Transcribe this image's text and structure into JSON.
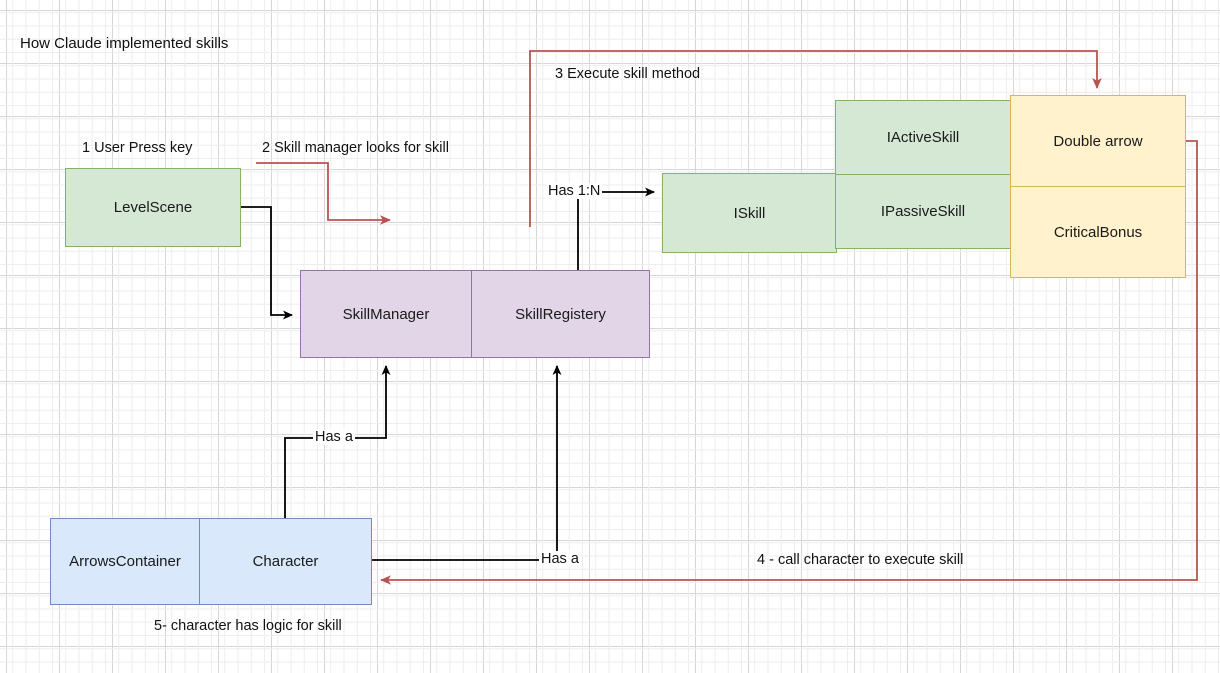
{
  "diagram": {
    "title": "How Claude implemented skills",
    "background": {
      "type": "grid",
      "minor_color": "#ededed",
      "major_color": "#d6d6d6"
    },
    "palette": {
      "green_fill": "#d5e8d4",
      "green_stroke": "#82b366",
      "purple_fill": "#e1d5e7",
      "purple_stroke": "#9673a6",
      "yellow_fill": "#fff2cc",
      "yellow_stroke": "#d6b656",
      "blue_fill": "#dae8fc",
      "blue_stroke": "#6c8ebf",
      "black_edge": "#000000",
      "red_edge": "#b85450"
    },
    "nodes": {
      "level_scene": "LevelScene",
      "skill_manager": "SkillManager",
      "skill_registery": "SkillRegistery",
      "iskill": "ISkill",
      "iactive_skill": "IActiveSkill",
      "ipassive_skill": "IPassiveSkill",
      "double_arrow": "Double arrow",
      "critical_bonus": "CriticalBonus",
      "arrows_container": "ArrowsContainer",
      "character": "Character"
    },
    "edge_labels": {
      "step1": "1 User Press key",
      "step2": "2 Skill manager looks for skill",
      "step3": "3 Execute skill method",
      "step4": "4 - call character to execute skill",
      "step5": "5- character has logic for skill",
      "has_1n": "Has 1:N",
      "has_a_left": "Has a",
      "has_a_right": "Has a"
    }
  }
}
